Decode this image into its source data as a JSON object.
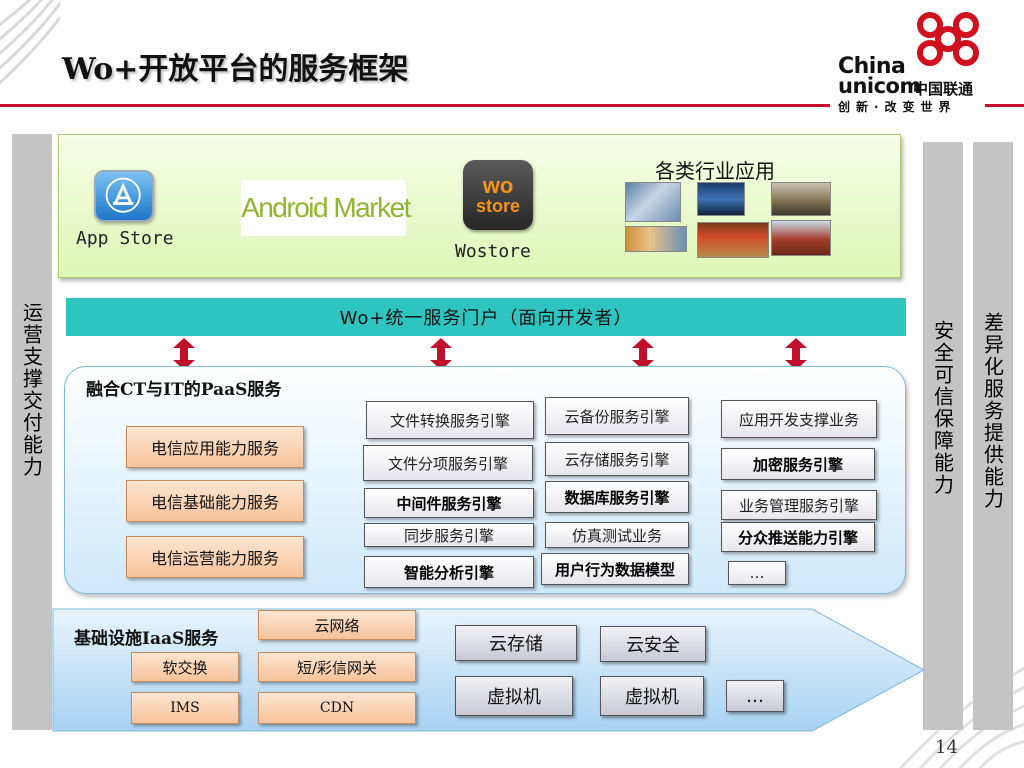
{
  "slide": {
    "title": "Wo+开放平台的服务框架",
    "page_number": "14"
  },
  "logo": {
    "line1": "China",
    "line2": "unicom",
    "cn_name": "中国联通",
    "slogan": "创新·改变世界"
  },
  "left_bar": {
    "label": "运营支撑交付能力"
  },
  "right_bars": [
    {
      "label": "安全可信保障能力"
    },
    {
      "label": "差异化服务提供能力"
    }
  ],
  "apps": {
    "app_store": "App Store",
    "android_market": "Android Market",
    "wostore": "Wostore",
    "wostore_logo_line1": "wo",
    "wostore_logo_line2": "store",
    "industry_title": "各类行业应用"
  },
  "portal": {
    "label": "Wo+统一服务门户（面向开发者）"
  },
  "paas": {
    "title": "融合CT与IT的PaaS服务",
    "telecom": [
      "电信应用能力服务",
      "电信基础能力服务",
      "电信运营能力服务"
    ],
    "col1": [
      "文件转换服务引擎",
      "文件分项服务引擎",
      "中间件服务引擎",
      "同步服务引擎",
      "智能分析引擎"
    ],
    "col2": [
      "云备份服务引擎",
      "云存储服务引擎",
      "数据库服务引擎",
      "仿真测试业务",
      "用户行为数据模型"
    ],
    "col3": [
      "应用开发支撑业务",
      "加密服务引擎",
      "业务管理服务引擎",
      "分众推送能力引擎",
      "…"
    ]
  },
  "iaas": {
    "title": "基础设施IaaS服务",
    "network": [
      "云网络",
      "软交换",
      "短/彩信网关",
      "IMS",
      "CDN"
    ],
    "big": [
      "云存储",
      "云安全",
      "虚拟机",
      "虚拟机",
      "…"
    ]
  },
  "colors": {
    "accent_red": "#c8102e",
    "portal_teal": "#2ec4c0",
    "apps_green": "#dff6b8",
    "paas_blue": "#cfe9fb",
    "iaas_blue": "#a9d2f2",
    "side_gray": "#c4c4c4"
  }
}
